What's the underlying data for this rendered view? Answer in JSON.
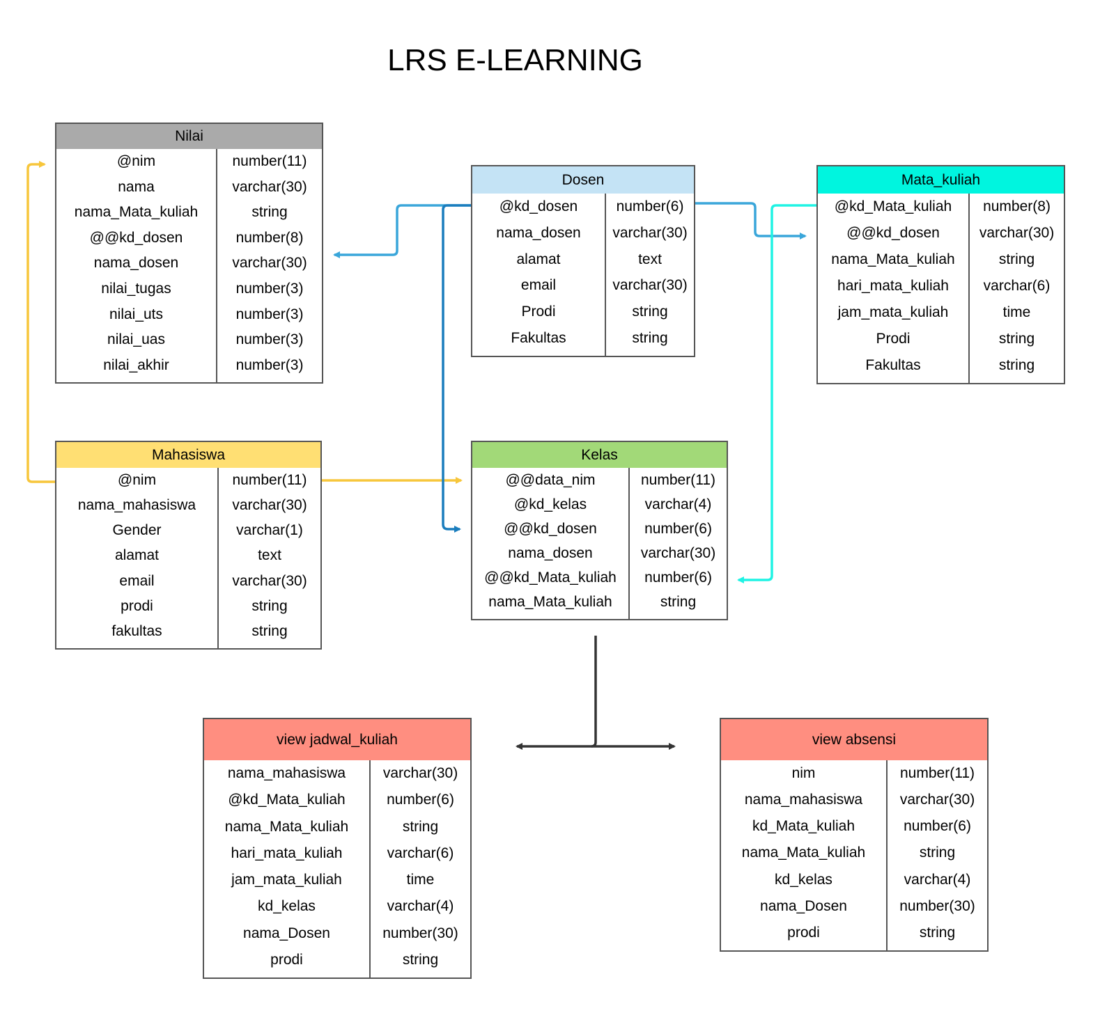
{
  "title": "LRS E-LEARNING",
  "colors": {
    "nilai_header": "#aaaaaa",
    "dosen_header": "#c4e3f5",
    "mata_kuliah_header": "#00f5df",
    "mahasiswa_header": "#ffdf73",
    "kelas_header": "#a2d978",
    "view_header": "#ff8e80",
    "border": "#555555",
    "arrow_yellow": "#f7c63b",
    "arrow_blue_light": "#3aa6da",
    "arrow_blue_dark": "#1a7dbd",
    "arrow_cyan": "#1ff3e4",
    "arrow_black": "#333333"
  },
  "entities": [
    {
      "id": "nilai",
      "name": "Nilai",
      "header_color": "#aaaaaa",
      "fields": [
        [
          "@nim",
          "number(11)"
        ],
        [
          "nama",
          "varchar(30)"
        ],
        [
          "nama_Mata_kuliah",
          "string"
        ],
        [
          "@@kd_dosen",
          "number(8)"
        ],
        [
          "nama_dosen",
          "varchar(30)"
        ],
        [
          "nilai_tugas",
          "number(3)"
        ],
        [
          "nilai_uts",
          "number(3)"
        ],
        [
          "nilai_uas",
          "number(3)"
        ],
        [
          "nilai_akhir",
          "number(3)"
        ]
      ]
    },
    {
      "id": "dosen",
      "name": "Dosen",
      "header_color": "#c4e3f5",
      "fields": [
        [
          "@kd_dosen",
          "number(6)"
        ],
        [
          "nama_dosen",
          "varchar(30)"
        ],
        [
          "alamat",
          "text"
        ],
        [
          "email",
          "varchar(30)"
        ],
        [
          "Prodi",
          "string"
        ],
        [
          "Fakultas",
          "string"
        ]
      ]
    },
    {
      "id": "mata-kuliah",
      "name": "Mata_kuliah",
      "header_color": "#00f5df",
      "fields": [
        [
          "@kd_Mata_kuliah",
          "number(8)"
        ],
        [
          "@@kd_dosen",
          "varchar(30)"
        ],
        [
          "nama_Mata_kuliah",
          "string"
        ],
        [
          "hari_mata_kuliah",
          "varchar(6)"
        ],
        [
          "jam_mata_kuliah",
          "time"
        ],
        [
          "Prodi",
          "string"
        ],
        [
          "Fakultas",
          "string"
        ]
      ]
    },
    {
      "id": "mahasiswa",
      "name": "Mahasiswa",
      "header_color": "#ffdf73",
      "fields": [
        [
          "@nim",
          "number(11)"
        ],
        [
          "nama_mahasiswa",
          "varchar(30)"
        ],
        [
          "Gender",
          "varchar(1)"
        ],
        [
          "alamat",
          "text"
        ],
        [
          "email",
          "varchar(30)"
        ],
        [
          "prodi",
          "string"
        ],
        [
          "fakultas",
          "string"
        ]
      ]
    },
    {
      "id": "kelas",
      "name": "Kelas",
      "header_color": "#a2d978",
      "fields": [
        [
          "@@data_nim",
          "number(11)"
        ],
        [
          "@kd_kelas",
          "varchar(4)"
        ],
        [
          "@@kd_dosen",
          "number(6)"
        ],
        [
          "nama_dosen",
          "varchar(30)"
        ],
        [
          "@@kd_Mata_kuliah",
          "number(6)"
        ],
        [
          "nama_Mata_kuliah",
          "string"
        ]
      ]
    },
    {
      "id": "view-jadwal-kuliah",
      "name": "view jadwal_kuliah",
      "header_color": "#ff8e80",
      "fields": [
        [
          "nama_mahasiswa",
          "varchar(30)"
        ],
        [
          "@kd_Mata_kuliah",
          "number(6)"
        ],
        [
          "nama_Mata_kuliah",
          "string"
        ],
        [
          "hari_mata_kuliah",
          "varchar(6)"
        ],
        [
          "jam_mata_kuliah",
          "time"
        ],
        [
          "kd_kelas",
          "varchar(4)"
        ],
        [
          "nama_Dosen",
          "number(30)"
        ],
        [
          "prodi",
          "string"
        ]
      ]
    },
    {
      "id": "view-absensi",
      "name": "view absensi",
      "header_color": "#ff8e80",
      "fields": [
        [
          "nim",
          "number(11)"
        ],
        [
          "nama_mahasiswa",
          "varchar(30)"
        ],
        [
          "kd_Mata_kuliah",
          "number(6)"
        ],
        [
          "nama_Mata_kuliah",
          "string"
        ],
        [
          "kd_kelas",
          "varchar(4)"
        ],
        [
          "nama_Dosen",
          "number(30)"
        ],
        [
          "prodi",
          "string"
        ]
      ]
    }
  ]
}
